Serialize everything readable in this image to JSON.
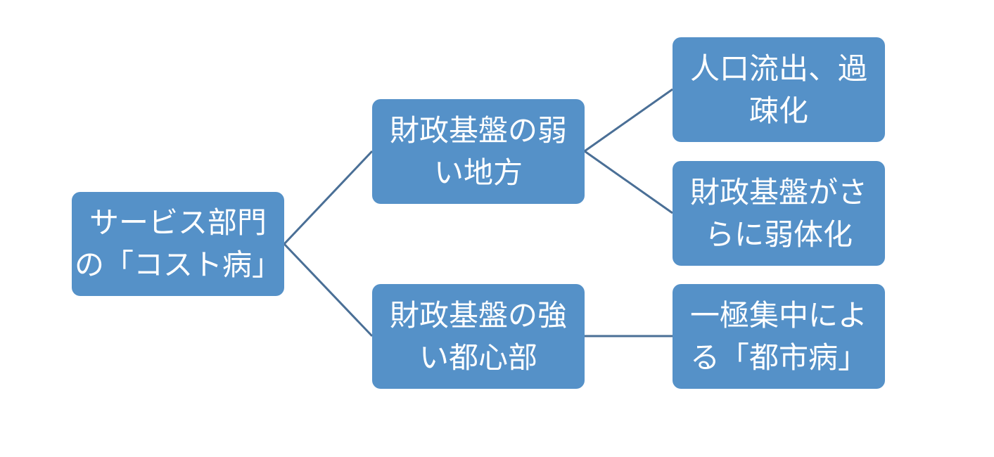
{
  "colors": {
    "node_fill": "#5591c8",
    "connector": "#4a6f96"
  },
  "tree": {
    "root": {
      "lines": [
        "サービス部門",
        "の「コスト病」"
      ]
    },
    "weak_finance": {
      "lines": [
        "財政基盤の弱",
        "い地方"
      ]
    },
    "depopulation": {
      "lines": [
        "人口流出、過",
        "疎化"
      ]
    },
    "further_weakening": {
      "lines": [
        "財政基盤がさ",
        "らに弱体化"
      ]
    },
    "strong_finance": {
      "lines": [
        "財政基盤の強",
        "い都心部"
      ]
    },
    "urban_disease": {
      "lines": [
        "一極集中によ",
        "る「都市病」"
      ]
    }
  }
}
